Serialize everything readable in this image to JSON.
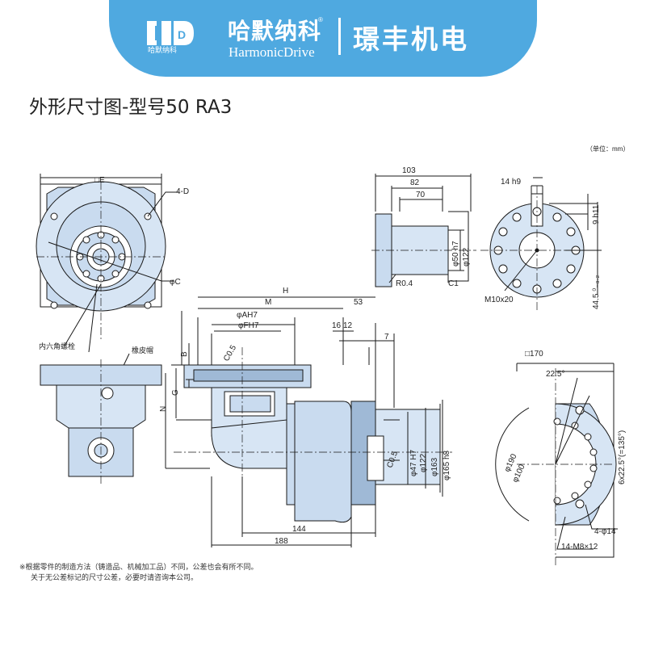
{
  "header": {
    "logo_text_cn": "哈默纳科",
    "logo_mark_text": "哈默纳科",
    "logo_registered": "®",
    "logo_text_en": "HarmonicDrive",
    "company_name": "璟丰机电",
    "colors": {
      "banner": "#4fa9e0",
      "part": "#c9dbef",
      "part_dark": "#9fb9d6",
      "line": "#1a1a1a"
    }
  },
  "title": "外形尺寸图-型号50 RA3",
  "unit_label": "（单位：mm）",
  "front_view": {
    "dim_square": "□E",
    "dim_holes": "4-D",
    "dim_circle": "φC",
    "callout_socket_bolt": "内六角螺栓",
    "callout_rubber_plug": "橡皮帽"
  },
  "section_view": {
    "dim_H": "H",
    "dim_M": "M",
    "dim_53": "53",
    "dim_AH7": "φAH7",
    "dim_FH7": "φFH7",
    "dim_16": "16",
    "dim_12": "12",
    "dim_7": "7",
    "dim_C05_top": "C0.5",
    "dim_B": "B",
    "dim_G": "G",
    "dim_N": "N",
    "dim_C05_mid": "C0.5",
    "dim_47": "φ47 H7",
    "dim_122": "φ122",
    "dim_163": "φ163",
    "dim_165": "φ165 h8",
    "dim_144": "144",
    "dim_188": "188"
  },
  "shaft_view": {
    "dim_103": "103",
    "dim_82": "82",
    "dim_70": "70",
    "dim_50": "φ50 h7",
    "dim_122": "φ122",
    "dim_R04": "R0.4",
    "dim_C1": "C1"
  },
  "end_view": {
    "dim_14h9": "14 h9",
    "dim_9h11": "9 h11",
    "dim_445": "44.5 ⁰₋₀.₂",
    "dim_M10": "M10x20"
  },
  "flange_view": {
    "dim_170": "□170",
    "dim_225": "22.5°",
    "dim_190": "φ190",
    "dim_100": "φ100",
    "dim_6x225": "6x22.5°(=135°)",
    "dim_4phi14": "4-φ14",
    "dim_14M8": "14-M8×12"
  },
  "notes": [
    "※根据零件的制造方法（铸造品、机械加工品）不同，公差也会有所不同。",
    "关于无公差标记的尺寸公差，必要时请咨询本公司。"
  ]
}
